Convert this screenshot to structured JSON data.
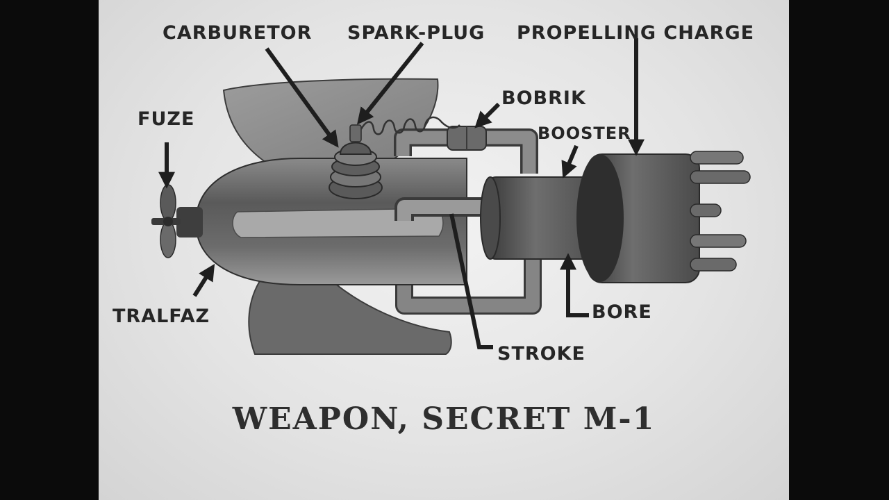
{
  "diagram": {
    "labels": {
      "carburetor": "CARBURETOR",
      "spark_plug": "SPARK-PLUG",
      "propelling_charge": "PROPELLING CHARGE",
      "fuze": "FUZE",
      "bobrik": "BOBRIK",
      "booster": "BOOSTER",
      "tralfaz": "TRALFAZ",
      "bore": "BORE",
      "stroke": "STROKE"
    },
    "title": "WEAPON,  SECRET M-1"
  },
  "colors": {
    "background": "#e4e4e4",
    "ink": "#262626",
    "metal_dark": "#4a4a4a",
    "metal_mid": "#7a7a7a",
    "metal_light": "#bdbdbd"
  }
}
